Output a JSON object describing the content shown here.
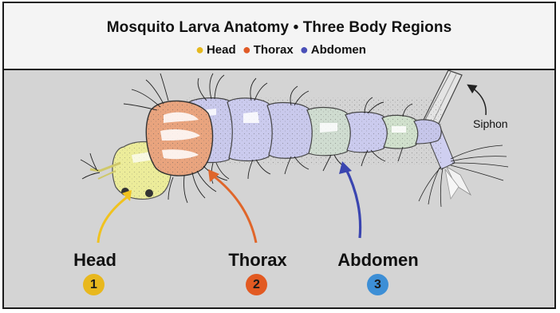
{
  "title": "Mosquito Larva Anatomy • Three Body Regions",
  "legend": [
    {
      "label": "Head",
      "color": "#e5b91f"
    },
    {
      "label": "Thorax",
      "color": "#e05a26"
    },
    {
      "label": "Abdomen",
      "color": "#4a50b8"
    }
  ],
  "regions": [
    {
      "name": "Head",
      "number": "1",
      "badge_color": "#e8b81e"
    },
    {
      "name": "Thorax",
      "number": "2",
      "badge_color": "#e25a22"
    },
    {
      "name": "Abdomen",
      "number": "3",
      "badge_color": "#3d8fd6"
    }
  ],
  "siphon_label": "Siphon",
  "colors": {
    "background": "#d4d4d4",
    "header": "#f4f4f4",
    "head_fill": "#ecec9a",
    "thorax_fill": "#e9a47e",
    "abdomen_fill": "#c9c9ec",
    "head_arrow": "#f0c21f",
    "thorax_arrow": "#e0662a",
    "abdomen_arrow": "#3a45b0"
  }
}
